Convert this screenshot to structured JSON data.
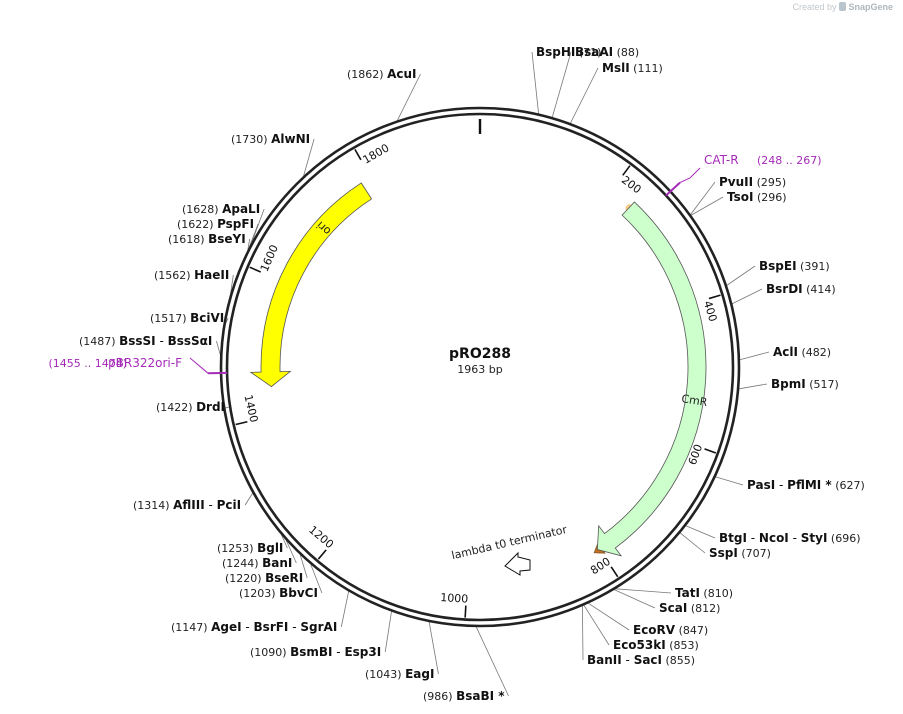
{
  "credit": {
    "prefix": "Created by",
    "brand": "SnapGene"
  },
  "plasmid": {
    "name": "pRO288",
    "length_text": "1963 bp",
    "length": 1963
  },
  "colors": {
    "backbone": "#222222",
    "ori": "#ffff00",
    "cmr": "#ccffcc",
    "primer": "#a52ab8",
    "primer_glow": "#f7c77a"
  },
  "tick_labels": [
    "200",
    "400",
    "600",
    "800",
    "1000",
    "1200",
    "1400",
    "1600",
    "1800"
  ],
  "features": [
    {
      "name": "ori",
      "label": "ori",
      "color": "#ffff00",
      "start": 1784,
      "end": 1443,
      "strand": "reverse"
    },
    {
      "name": "cmr",
      "label": "CmR",
      "color": "#ccffcc",
      "start": 235,
      "end": 803,
      "strand": "forward"
    },
    {
      "name": "lambda-t0-terminator",
      "label": "lambda t0 terminator",
      "color": "#ffffff",
      "start": 930,
      "end": 950,
      "strand": "reverse"
    }
  ],
  "primers": [
    {
      "name": "cat-r",
      "label": "CAT-R",
      "range": "(248 .. 267)",
      "pos": 258
    },
    {
      "name": "pbr322ori-f",
      "label": "pBR322ori-F",
      "range": "(1455 .. 1474)",
      "pos": 1465
    }
  ],
  "primer_arc": {
    "start": 236,
    "end": 809
  },
  "sites": [
    {
      "names": [
        "BspHI"
      ],
      "pos": "(71)",
      "loc": 71
    },
    {
      "names": [
        "BsaAI"
      ],
      "pos": "(88)",
      "loc": 88
    },
    {
      "names": [
        "MslI"
      ],
      "pos": "(111)",
      "loc": 111
    },
    {
      "names": [
        "PvuII"
      ],
      "pos": "(295)",
      "loc": 295
    },
    {
      "names": [
        "TsoI"
      ],
      "pos": "(296)",
      "loc": 296
    },
    {
      "names": [
        "BspEI"
      ],
      "pos": "(391)",
      "loc": 391
    },
    {
      "names": [
        "BsrDI"
      ],
      "pos": "(414)",
      "loc": 414
    },
    {
      "names": [
        "AclI"
      ],
      "pos": "(482)",
      "loc": 482
    },
    {
      "names": [
        "BpmI"
      ],
      "pos": "(517)",
      "loc": 517
    },
    {
      "names": [
        "PasI",
        "PflMI *"
      ],
      "pos": "(627)",
      "loc": 627
    },
    {
      "names": [
        "BtgI",
        "NcoI",
        "StyI"
      ],
      "pos": "(696)",
      "loc": 696
    },
    {
      "names": [
        "SspI"
      ],
      "pos": "(707)",
      "loc": 707
    },
    {
      "names": [
        "TatI"
      ],
      "pos": "(810)",
      "loc": 810
    },
    {
      "names": [
        "ScaI"
      ],
      "pos": "(812)",
      "loc": 812
    },
    {
      "names": [
        "EcoRV"
      ],
      "pos": "(847)",
      "loc": 847
    },
    {
      "names": [
        "Eco53kI"
      ],
      "pos": "(853)",
      "loc": 853
    },
    {
      "names": [
        "BanII",
        "SacI"
      ],
      "pos": "(855)",
      "loc": 855
    },
    {
      "names": [
        "BsaBI *"
      ],
      "pos": "(986)",
      "loc": 986
    },
    {
      "names": [
        "EagI"
      ],
      "pos": "(1043)",
      "loc": 1043
    },
    {
      "names": [
        "BsmBI",
        "Esp3I"
      ],
      "pos": "(1090)",
      "loc": 1090
    },
    {
      "names": [
        "AgeI",
        "BsrFI",
        "SgrAI"
      ],
      "pos": "(1147)",
      "loc": 1147
    },
    {
      "names": [
        "BbvCI"
      ],
      "pos": "(1203)",
      "loc": 1203
    },
    {
      "names": [
        "BseRI"
      ],
      "pos": "(1220)",
      "loc": 1220
    },
    {
      "names": [
        "BanI"
      ],
      "pos": "(1244)",
      "loc": 1244
    },
    {
      "names": [
        "BglI"
      ],
      "pos": "(1253)",
      "loc": 1253
    },
    {
      "names": [
        "AflIII",
        "PciI"
      ],
      "pos": "(1314)",
      "loc": 1314
    },
    {
      "names": [
        "DrdI"
      ],
      "pos": "(1422)",
      "loc": 1422
    },
    {
      "names": [
        "BssSI",
        "BssSαI"
      ],
      "pos": "(1487)",
      "loc": 1487
    },
    {
      "names": [
        "BciVI"
      ],
      "pos": "(1517)",
      "loc": 1517
    },
    {
      "names": [
        "HaeII"
      ],
      "pos": "(1562)",
      "loc": 1562
    },
    {
      "names": [
        "BseYI"
      ],
      "pos": "(1618)",
      "loc": 1618
    },
    {
      "names": [
        "PspFI"
      ],
      "pos": "(1622)",
      "loc": 1622
    },
    {
      "names": [
        "ApaLI"
      ],
      "pos": "(1628)",
      "loc": 1628
    },
    {
      "names": [
        "AlwNI"
      ],
      "pos": "(1730)",
      "loc": 1730
    },
    {
      "names": [
        "AcuI"
      ],
      "pos": "(1862)",
      "loc": 1862
    }
  ]
}
